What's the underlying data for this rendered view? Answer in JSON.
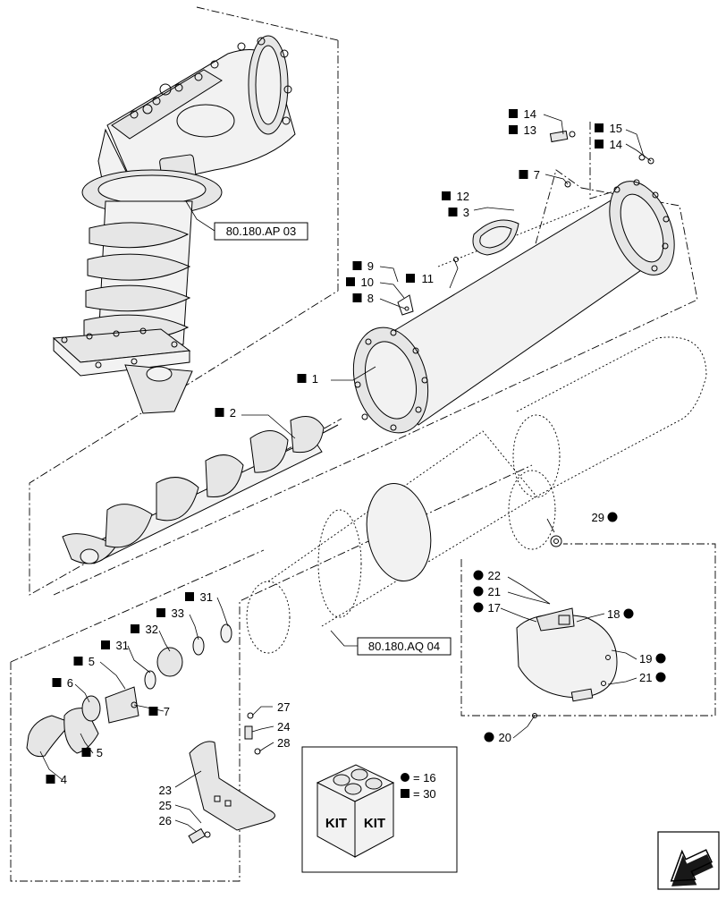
{
  "diagram": {
    "callouts": [
      {
        "id": "c1",
        "label": "1",
        "marker": "square"
      },
      {
        "id": "c2",
        "label": "2",
        "marker": "square"
      },
      {
        "id": "c3",
        "label": "3",
        "marker": "square"
      },
      {
        "id": "c4",
        "label": "4",
        "marker": "square"
      },
      {
        "id": "c5a",
        "label": "5",
        "marker": "square"
      },
      {
        "id": "c5b",
        "label": "5",
        "marker": "square"
      },
      {
        "id": "c6",
        "label": "6",
        "marker": "square"
      },
      {
        "id": "c7a",
        "label": "7",
        "marker": "square"
      },
      {
        "id": "c7b",
        "label": "7",
        "marker": "square"
      },
      {
        "id": "c8",
        "label": "8",
        "marker": "square"
      },
      {
        "id": "c9",
        "label": "9",
        "marker": "square"
      },
      {
        "id": "c10",
        "label": "10",
        "marker": "square"
      },
      {
        "id": "c11",
        "label": "11",
        "marker": "square"
      },
      {
        "id": "c12",
        "label": "12",
        "marker": "square"
      },
      {
        "id": "c13",
        "label": "13",
        "marker": "square"
      },
      {
        "id": "c14a",
        "label": "14",
        "marker": "square"
      },
      {
        "id": "c14b",
        "label": "14",
        "marker": "square"
      },
      {
        "id": "c15",
        "label": "15",
        "marker": "square"
      },
      {
        "id": "c17",
        "label": "17",
        "marker": "circle"
      },
      {
        "id": "c18",
        "label": "18",
        "marker": "circle"
      },
      {
        "id": "c19",
        "label": "19",
        "marker": "circle"
      },
      {
        "id": "c20",
        "label": "20",
        "marker": "circle"
      },
      {
        "id": "c21a",
        "label": "21",
        "marker": "circle"
      },
      {
        "id": "c21b",
        "label": "21",
        "marker": "circle"
      },
      {
        "id": "c22",
        "label": "22",
        "marker": "circle"
      },
      {
        "id": "c23",
        "label": "23",
        "marker": "none"
      },
      {
        "id": "c24",
        "label": "24",
        "marker": "none"
      },
      {
        "id": "c25",
        "label": "25",
        "marker": "none"
      },
      {
        "id": "c26",
        "label": "26",
        "marker": "none"
      },
      {
        "id": "c27",
        "label": "27",
        "marker": "none"
      },
      {
        "id": "c28",
        "label": "28",
        "marker": "none"
      },
      {
        "id": "c29",
        "label": "29",
        "marker": "circle"
      },
      {
        "id": "c31a",
        "label": "31",
        "marker": "square"
      },
      {
        "id": "c31b",
        "label": "31",
        "marker": "square"
      },
      {
        "id": "c32",
        "label": "32",
        "marker": "square"
      },
      {
        "id": "c33",
        "label": "33",
        "marker": "square"
      }
    ],
    "references": [
      {
        "id": "ref_ap",
        "label": "80.180.AP 03"
      },
      {
        "id": "ref_aq",
        "label": "80.180.AQ 04"
      }
    ],
    "kit_legend": {
      "box_labels": [
        "KIT",
        "KIT"
      ],
      "entries": [
        {
          "marker": "circle",
          "text": "= 16"
        },
        {
          "marker": "square",
          "text": "= 30"
        }
      ]
    },
    "nav_icon": "arrow-back-icon"
  }
}
